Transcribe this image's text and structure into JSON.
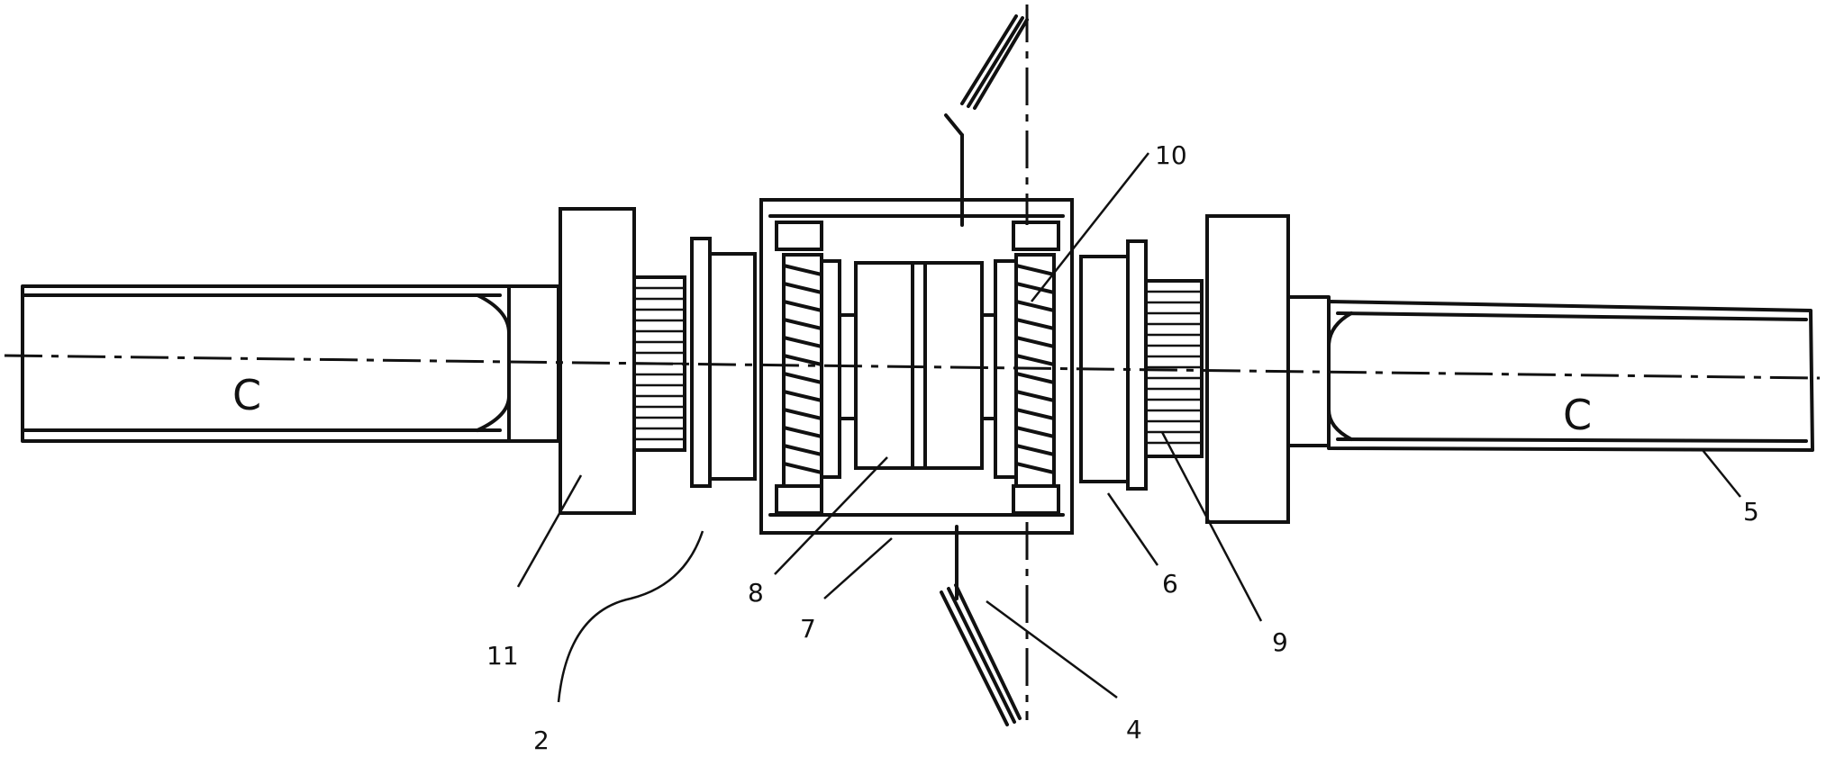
{
  "diagram": {
    "part_labels": [
      "10",
      "11",
      "2",
      "8",
      "7",
      "4",
      "6",
      "9",
      "5"
    ],
    "shaft_marks": [
      "C",
      "C"
    ]
  }
}
